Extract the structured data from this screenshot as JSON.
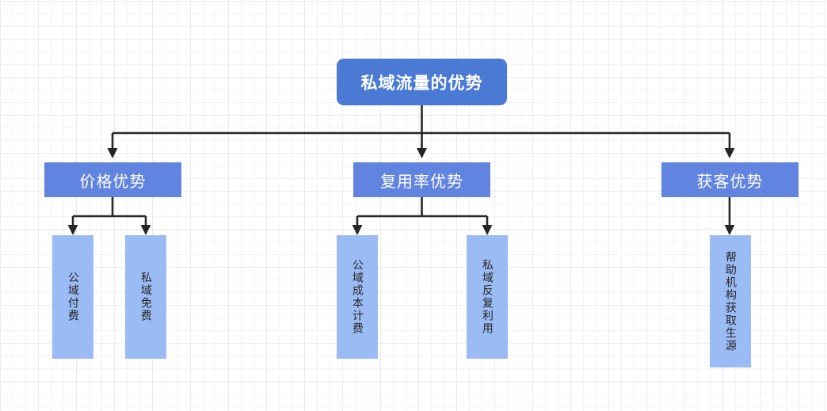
{
  "diagram": {
    "type": "org-chart",
    "title_node": "私域流量的优势",
    "background": {
      "grid": "true",
      "minor_color": "#f4f4f4",
      "major_color": "#ebebeb"
    },
    "colors": {
      "root_fill": "#4a7ad4",
      "branch_fill": "#6184e0",
      "leaf_fill": "#9bbbf5",
      "root_text": "#ffffff",
      "branch_text": "#ffffff",
      "leaf_text": "#262626",
      "connector": "#262626"
    },
    "nodes": {
      "root": {
        "label": "私域流量的优势"
      },
      "branches": [
        {
          "label": "价格优势"
        },
        {
          "label": "复用率优势"
        },
        {
          "label": "获客优势"
        }
      ],
      "leaves": [
        {
          "label": "公域付费"
        },
        {
          "label": "私域免费"
        },
        {
          "label": "公域成本计费"
        },
        {
          "label": "私域反复利用"
        },
        {
          "label": "帮助机构获取生源"
        }
      ]
    }
  }
}
